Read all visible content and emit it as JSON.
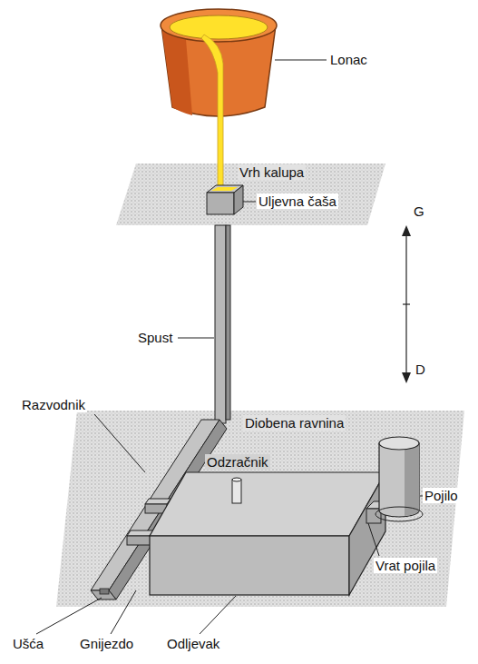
{
  "diagram": {
    "labels": [
      "Lonac",
      "Vrh kalupa",
      "Uljevna čaša",
      "Spust",
      "G",
      "Razvodnik",
      "Diobena ravnina",
      "Odzračnik",
      "D",
      "Pojilo",
      "Vrat pojila",
      "Ušća",
      "Gnijezdo",
      "Odljevak"
    ]
  }
}
